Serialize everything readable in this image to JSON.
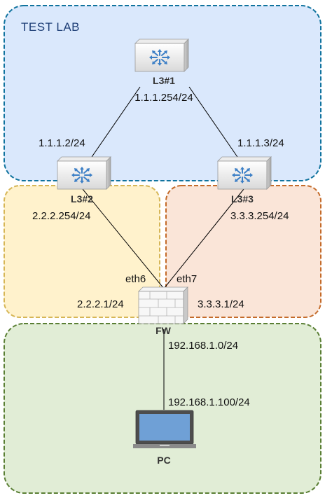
{
  "zones": {
    "test_lab": {
      "title": "TEST LAB",
      "fill": "#dae8fc",
      "stroke": "#10739e"
    },
    "zone_l3_2": {
      "fill": "#fff2cc",
      "stroke": "#d6b656"
    },
    "zone_l3_3": {
      "fill": "#fae5d8",
      "stroke": "#c46b2a"
    },
    "zone_pc": {
      "fill": "#e1edd6",
      "stroke": "#5a7f34"
    }
  },
  "devices": {
    "l3_1": {
      "name": "L3#1",
      "icon": "l3-switch-icon"
    },
    "l3_2": {
      "name": "L3#2",
      "icon": "l3-switch-icon"
    },
    "l3_3": {
      "name": "L3#3",
      "icon": "l3-switch-icon"
    },
    "fw": {
      "name": "FW",
      "icon": "firewall-icon"
    },
    "pc": {
      "name": "PC",
      "icon": "laptop-icon"
    }
  },
  "labels": {
    "l3_1_ip": "1.1.1.254/24",
    "l3_2_uplink_ip": "1.1.1.2/24",
    "l3_3_uplink_ip": "1.1.1.3/24",
    "l3_2_downlink_ip": "2.2.2.254/24",
    "l3_3_downlink_ip": "3.3.3.254/24",
    "fw_eth6": "eth6",
    "fw_eth7": "eth7",
    "fw_eth6_ip": "2.2.2.1/24",
    "fw_eth7_ip": "3.3.3.1/24",
    "fw_lan_net": "192.168.1.0/24",
    "pc_ip": "192.168.1.100/24"
  },
  "colors": {
    "switch_fill": "#f2f2f2",
    "switch_symbol": "#3c7fc6",
    "link": "#000000"
  }
}
